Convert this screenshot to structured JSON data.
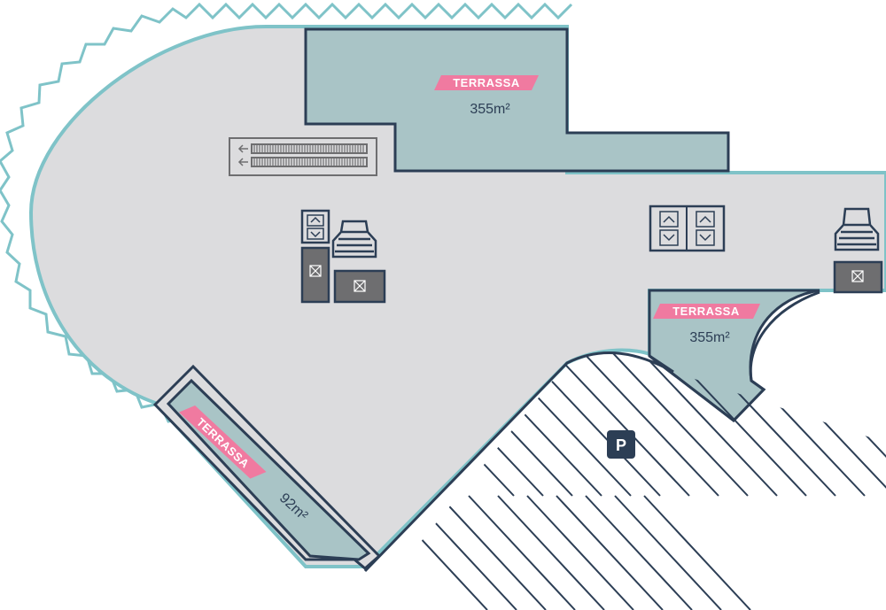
{
  "colors": {
    "floor": "#dcdcde",
    "terrace": "#a9c4c6",
    "outline": "#2c3e55",
    "coast": "#7fc3c8",
    "label_pink": "#f07aa0",
    "gray_box": "#6e6e70"
  },
  "terraces": [
    {
      "label": "TERRASSA",
      "area": "355m²"
    },
    {
      "label": "TERRASSA",
      "area": "355m²"
    },
    {
      "label": "TERRASSA",
      "area": "92m²"
    }
  ],
  "parking": {
    "label": "P"
  },
  "icons": [
    "escalator-icon",
    "elevator-up-down-icon",
    "stairs-icon",
    "restroom-icon"
  ]
}
